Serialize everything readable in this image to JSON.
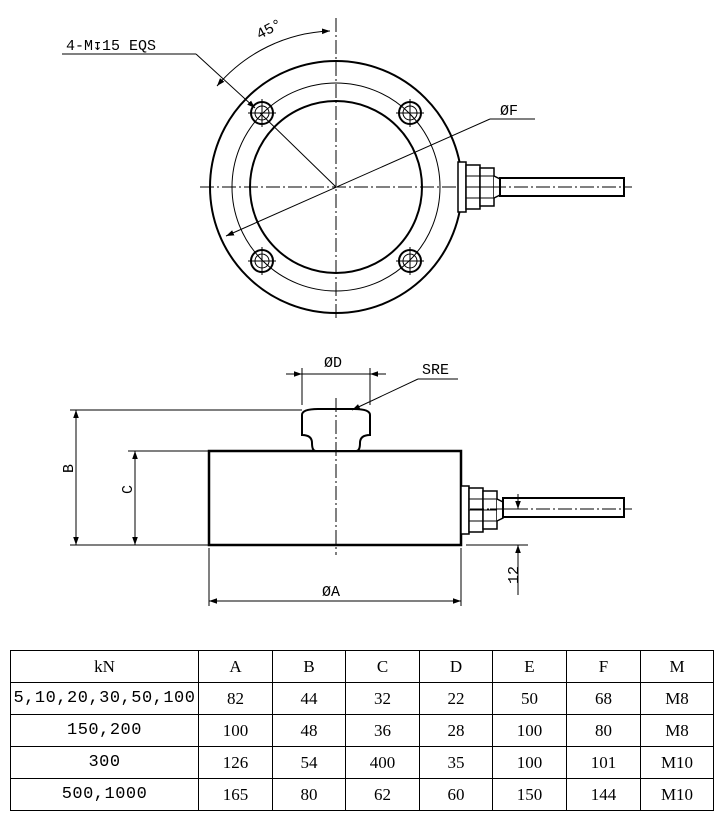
{
  "labels": {
    "thread_callout": "4-M↧15 EQS",
    "angle": "45°",
    "dia_f": "ØF",
    "dia_d": "ØD",
    "sre": "SRE",
    "dim_b": "B",
    "dim_c": "C",
    "dia_a": "ØA",
    "dim_12": "12"
  },
  "table": {
    "headers": [
      "kN",
      "A",
      "B",
      "C",
      "D",
      "E",
      "F",
      "M"
    ],
    "rows": [
      [
        "5,10,20,30,50,100",
        "82",
        "44",
        "32",
        "22",
        "50",
        "68",
        "M8"
      ],
      [
        "150,200",
        "100",
        "48",
        "36",
        "28",
        "100",
        "80",
        "M8"
      ],
      [
        "300",
        "126",
        "54",
        "400",
        "35",
        "100",
        "101",
        "M10"
      ],
      [
        "500,1000",
        "165",
        "80",
        "62",
        "60",
        "150",
        "144",
        "M10"
      ]
    ]
  }
}
